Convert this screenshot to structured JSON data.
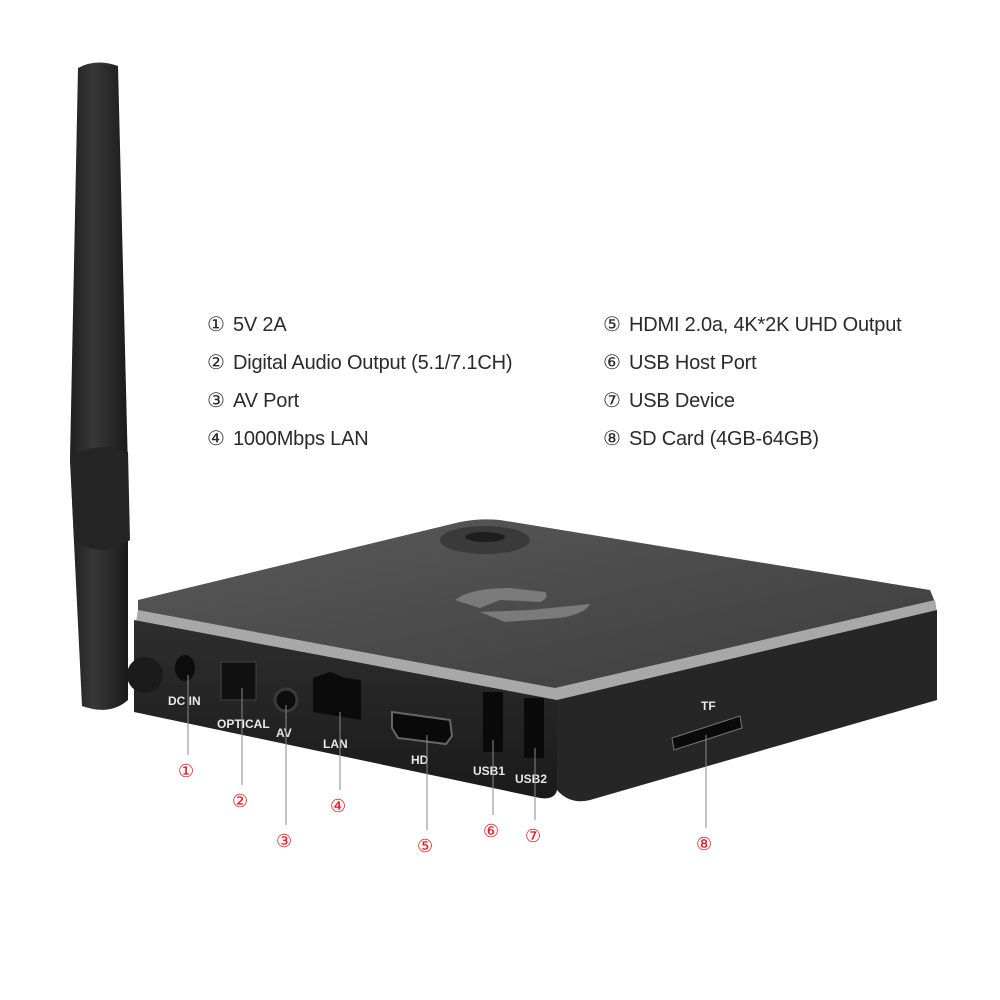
{
  "specs": {
    "left": [
      {
        "num": "①",
        "text": "5V 2A"
      },
      {
        "num": "②",
        "text": "Digital Audio Output (5.1/7.1CH)"
      },
      {
        "num": "③",
        "text": "AV Port"
      },
      {
        "num": "④",
        "text": "1000Mbps LAN"
      }
    ],
    "right": [
      {
        "num": "⑤",
        "text": "HDMI 2.0a, 4K*2K UHD Output"
      },
      {
        "num": "⑥",
        "text": "USB Host Port"
      },
      {
        "num": "⑦",
        "text": "USB Device"
      },
      {
        "num": "⑧",
        "text": "SD Card (4GB-64GB)"
      }
    ]
  },
  "ports": {
    "dc_in": "DC IN",
    "optical": "OPTICAL",
    "av": "AV",
    "lan": "LAN",
    "hdmi": "HD",
    "usb1": "USB1",
    "usb2": "USB2",
    "tf": "TF"
  },
  "callouts": [
    "①",
    "②",
    "③",
    "④",
    "⑤",
    "⑥",
    "⑦",
    "⑧"
  ],
  "colors": {
    "callout": "#e8141b",
    "body": "#222222",
    "text": "#2a2a2a"
  }
}
